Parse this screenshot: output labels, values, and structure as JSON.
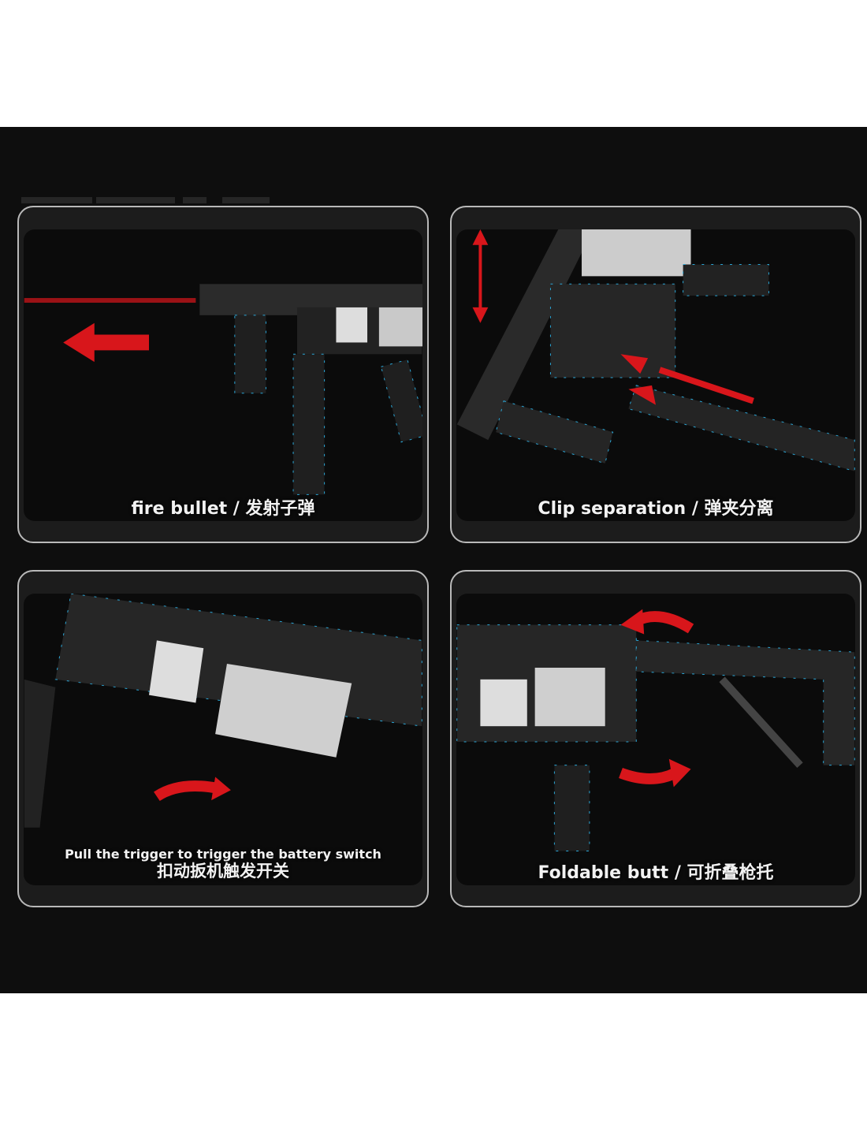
{
  "panels": [
    {
      "caption": "fire bullet / 发射子弹"
    },
    {
      "caption": "Clip separation / 弹夹分离"
    },
    {
      "caption_en": "Pull the trigger to trigger the battery switch",
      "caption_zh": "扣动扳机触发开关"
    },
    {
      "caption": "Foldable butt / 可折叠枪托"
    }
  ],
  "colors": {
    "background": "#0e0e0e",
    "arrow": "#d8161b",
    "stud": "#2aa7d8",
    "frame": "#b9b9b9"
  }
}
